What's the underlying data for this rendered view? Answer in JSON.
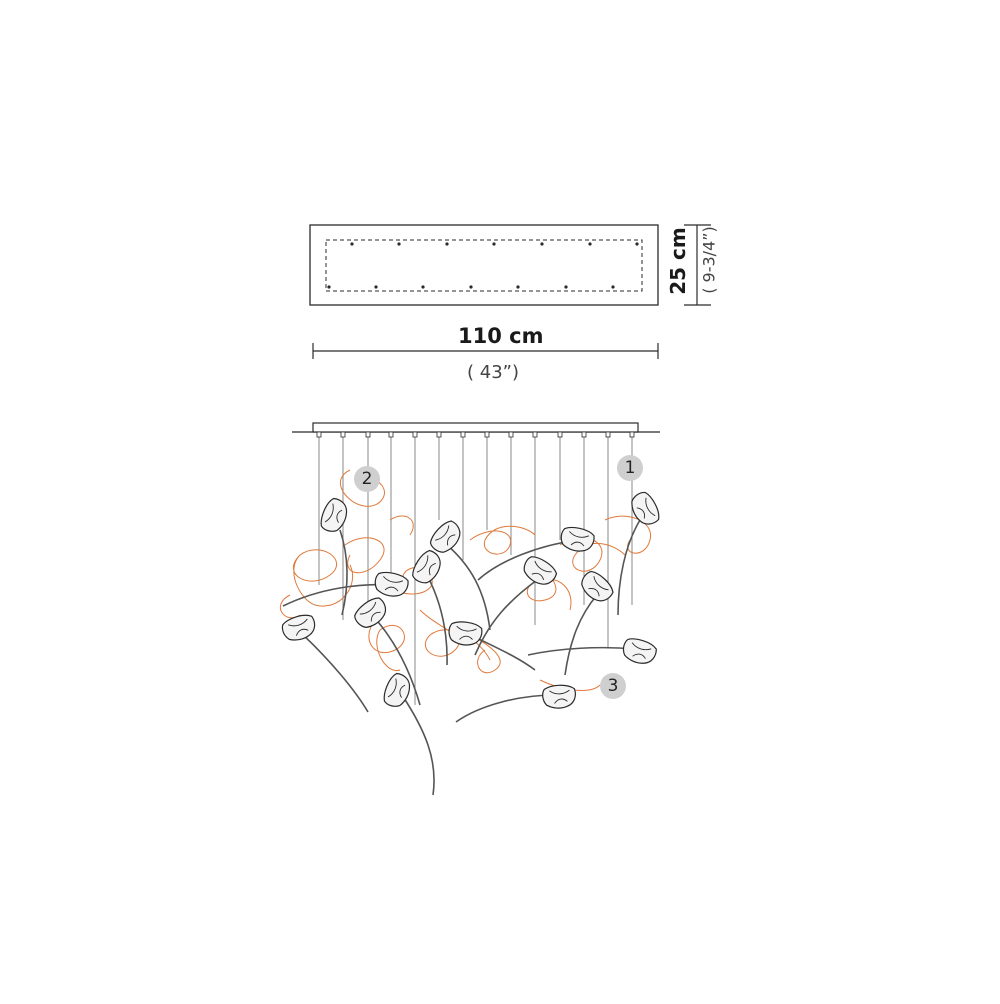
{
  "dimensions": {
    "width_label": "110 cm",
    "width_inches": "( 43”)",
    "depth_label": "25 cm",
    "depth_inches": "( 9-3/4”)"
  },
  "callouts": [
    "1",
    "2",
    "3"
  ],
  "colors": {
    "outline": "#2b2b2b",
    "stem": "#555555",
    "cable": "#888888",
    "decoration_wire": "#e07a3c",
    "badge": "#cfcfcf"
  }
}
